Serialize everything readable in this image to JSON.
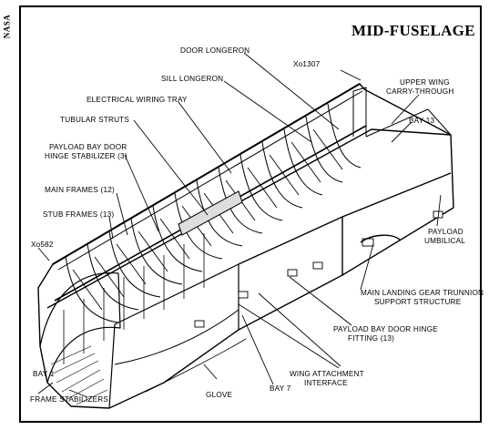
{
  "title": "MID-FUSELAGE",
  "side_credit": "NASA",
  "labels": {
    "door_longeron": "DOOR LONGERON",
    "xo1307": "Xo1307",
    "sill_longeron": "SILL LONGERON",
    "upper_wing_1": "UPPER WING",
    "upper_wing_2": "CARRY-THROUGH",
    "electrical_wiring_tray": "ELECTRICAL WIRING TRAY",
    "bay13": "BAY 13",
    "tubular_struts": "TUBULAR STRUTS",
    "pbd_hinge_stab_1": "PAYLOAD BAY DOOR",
    "pbd_hinge_stab_2": "HINGE STABILIZER (3)",
    "main_frames": "MAIN FRAMES (12)",
    "stub_frames": "STUB FRAMES (13)",
    "payload_umbilical_1": "PAYLOAD",
    "payload_umbilical_2": "UMBILICAL",
    "xo582": "Xo582",
    "mlg_trunnion_1": "MAIN LANDING GEAR TRUNNION",
    "mlg_trunnion_2": "SUPPORT STRUCTURE",
    "pbd_hinge_fitting_1": "PAYLOAD BAY DOOR HINGE",
    "pbd_hinge_fitting_2": "FITTING (13)",
    "bay1": "BAY 1",
    "wing_attach_1": "WING ATTACHMENT",
    "wing_attach_2": "INTERFACE",
    "bay7": "BAY 7",
    "glove": "GLOVE",
    "frame_stabilizers": "FRAME STABILIZERS"
  }
}
